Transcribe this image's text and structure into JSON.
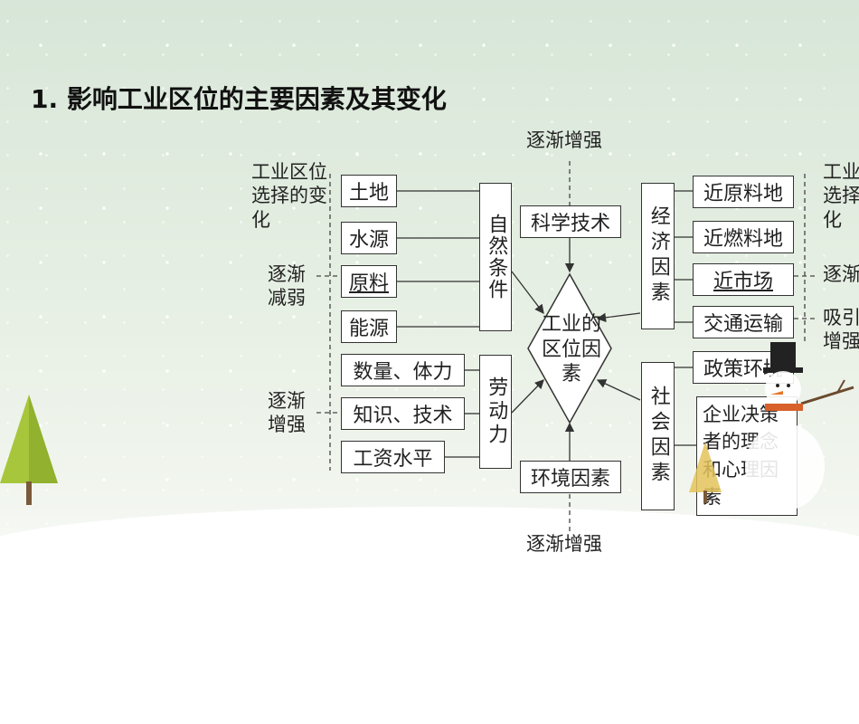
{
  "title": "1. 影响工业区位的主要因素及其变化",
  "top_label": "逐渐增强",
  "bottom_label": "逐渐增强",
  "center": "工业的区位因素",
  "science": "科学技术",
  "environment": "环境因素",
  "left_side": {
    "title": "工业区位选择的变化",
    "weaken": "逐渐减弱",
    "strengthen": "逐渐增强"
  },
  "right_side": {
    "title": "工业区位选择的变化",
    "weaken": "逐渐",
    "attract": "吸引增强"
  },
  "natural": {
    "group": "自然条件",
    "items": [
      "土地",
      "水源",
      "原料",
      "能源"
    ]
  },
  "labor": {
    "group": "劳动力",
    "items": [
      "数量、体力",
      "知识、技术",
      "工资水平"
    ]
  },
  "economic": {
    "group": "经济因素",
    "items": [
      "近原料地",
      "近燃料地",
      "近市场",
      "交通运输"
    ]
  },
  "social": {
    "group": "社会因素",
    "items": [
      "政策环境",
      "企业决策者的理念和心理因素"
    ]
  }
}
